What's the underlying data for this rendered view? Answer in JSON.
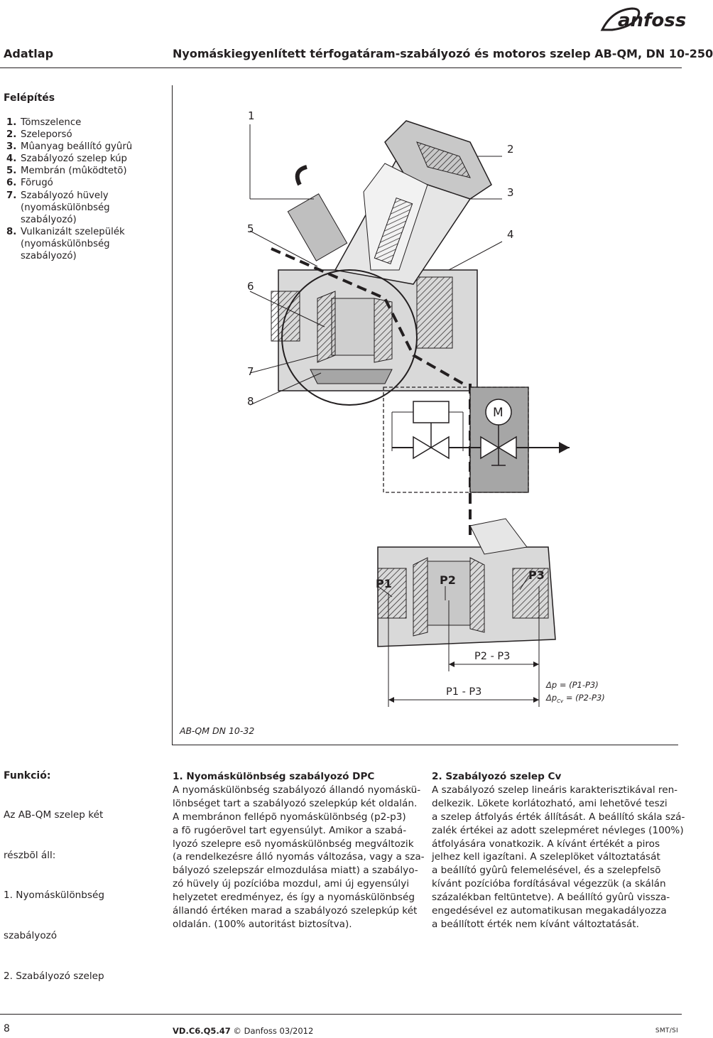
{
  "header": {
    "left": "Adatlap",
    "title": "Nyomáskiegyenlített térfogatáram-szabályozó és motoros szelep AB-QM, DN 10-250",
    "brand": "Danfoss"
  },
  "felepites": {
    "heading": "Felépítés",
    "parts": [
      {
        "num": "1.",
        "lines": [
          "Tömszelence"
        ]
      },
      {
        "num": "2.",
        "lines": [
          "Szeleporsó"
        ]
      },
      {
        "num": "3.",
        "lines": [
          "Mûanyag beállító gyûrû"
        ]
      },
      {
        "num": "4.",
        "lines": [
          "Szabályozó szelep kúp"
        ]
      },
      {
        "num": "5.",
        "lines": [
          "Membrán (mûködtetõ)"
        ]
      },
      {
        "num": "6.",
        "lines": [
          "Fõrugó"
        ]
      },
      {
        "num": "7.",
        "lines": [
          "Szabályozó hüvely",
          "(nyomáskülönbség",
          "szabályozó)"
        ]
      },
      {
        "num": "8.",
        "lines": [
          "Vulkanizált szelepülék",
          "(nyomáskülönbség",
          "szabályozó)"
        ]
      }
    ]
  },
  "figure": {
    "callouts": [
      "1",
      "2",
      "3",
      "4",
      "5",
      "6",
      "7",
      "8"
    ],
    "pressure_labels": [
      "P1",
      "P2",
      "P3"
    ],
    "dim_p2p3": "P2 - P3",
    "dim_p1p3": "P1 - P3",
    "formula_1": "Δp = (P1-P3)",
    "formula_2_pre": "Δp",
    "formula_2_sub": "Cv",
    "formula_2_post": " = (P2-P3)",
    "motor_letter": "M",
    "caption": "AB-QM DN 10-32"
  },
  "funkcio": {
    "heading": "Funkció:",
    "lines": [
      "Az AB-QM szelep két",
      "részbõl áll:",
      "1.  Nyomáskülönbség",
      "     szabályozó",
      "2.  Szabályozó szelep"
    ]
  },
  "dpc": {
    "title": "1. Nyomáskülönbség szabályozó DPC",
    "lines": [
      "A nyomáskülönbség szabályozó állandó nyomáskü-",
      "lönbséget tart a szabályozó szelepkúp két oldalán.",
      "A membránon fellépõ nyomáskülönbség (p2-p3)",
      "a fõ rugóerõvel tart egyensúlyt. Amikor a szabá-",
      "lyozó szelepre esõ nyomáskülönbség megváltozik",
      "(a rendelkezésre álló nyomás változása, vagy a sza-",
      "bályozó szelepszár elmozdulása miatt) a szabályo-",
      "zó hüvely új pozícióba mozdul, ami új egyensúlyi",
      "helyzetet eredményez, és így a nyomáskülönbség",
      "állandó értéken marad a szabályozó szelepkúp két",
      "oldalán. (100% autoritást biztosítva)."
    ]
  },
  "cv": {
    "title": "2. Szabályozó szelep Cv",
    "lines": [
      "A szabályozó szelep lineáris karakterisztikával ren-",
      "delkezik. Lökete korlátozható, ami lehetõvé teszi",
      "a szelep átfolyás érték állítását. A beállító skála szá-",
      "zalék értékei az adott szelepméret névleges (100%)",
      "átfolyására vonatkozik. A kívánt értékét a piros",
      "jelhez kell igazítani. A szeleplöket változtatását",
      "a beállító gyûrû felemelésével, és a szelepfelsõ",
      "kívánt pozícióba fordításával végezzük (a skálán",
      "százalékban feltüntetve). A beállító gyûrû vissza-",
      "engedésével ez automatikusan megakadályozza",
      "a beállított érték nem kívánt változtatását."
    ]
  },
  "footer": {
    "page": "8",
    "code": "VD.C6.Q5.47",
    "copyright": " © Danfoss 03/2012",
    "smt": "SMT/SI"
  }
}
